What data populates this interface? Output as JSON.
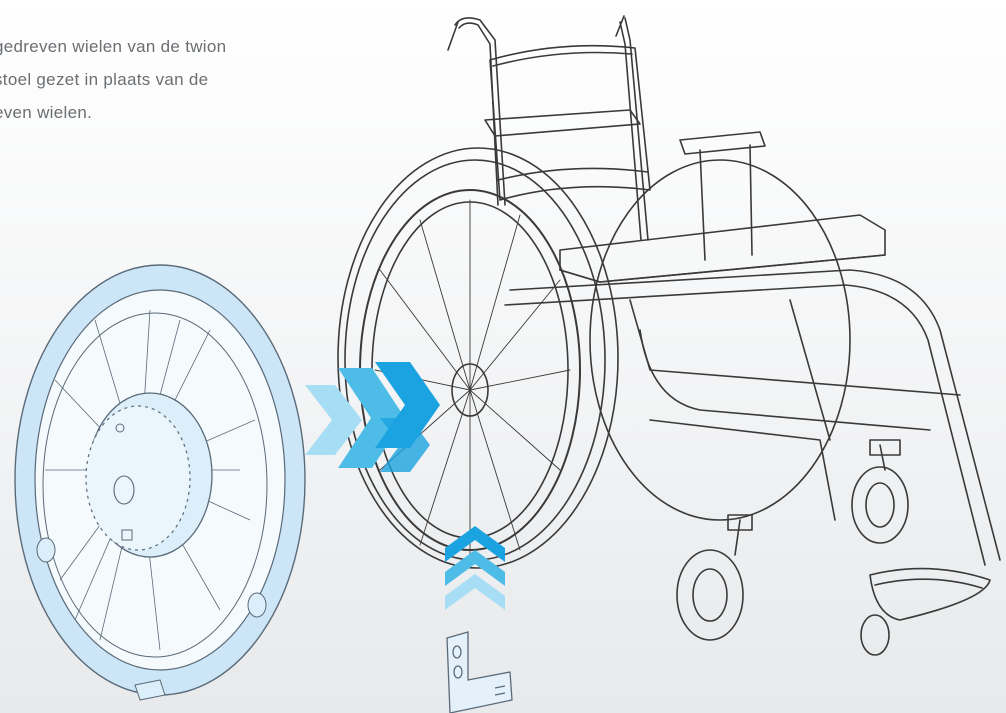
{
  "caption": {
    "lines": [
      "gedreven wielen van de twion",
      "stoel gezet in plaats van de",
      "even wielen."
    ]
  },
  "colors": {
    "wheel_fill": "#cde6f7",
    "wheel_stroke": "#5a6a78",
    "arrow_dark": "#1aa3e0",
    "arrow_mid": "#4dbde8",
    "arrow_light": "#a8def5",
    "sketch": "#3a3a3a"
  },
  "icons": [
    "wheelchair-sketch",
    "motor-wheel",
    "chevron-right-arrows",
    "chevron-up-arrows",
    "mounting-bracket"
  ]
}
